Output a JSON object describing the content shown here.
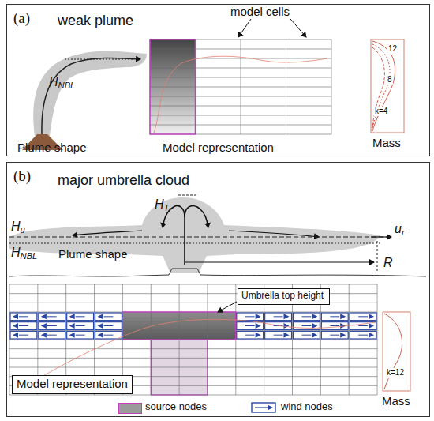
{
  "diagram": {
    "nodes": [
      {
        "text": [
          "(a)",
          "weak plume"
        ]
      },
      {
        "text": [
          "12",
          "8",
          "k=4",
          "Mass"
        ],
        "in": 0
      },
      {
        "text": [
          "(b)",
          "major umbrella cloud"
        ]
      },
      {
        "text": [
          "Umbrella top height"
        ],
        "in": 2
      },
      {
        "text": [
          "Model representation"
        ],
        "in": 2
      },
      {
        "text": [
          "k=12",
          "Mass"
        ],
        "in": 2
      }
    ],
    "labels": [
      "HNBL",
      "model cells",
      "Plume shape",
      "Model representation",
      "HT",
      "Hu",
      "ur",
      "HNBL",
      "Plume shape",
      "R"
    ],
    "legend": [
      {
        "text": "source nodes",
        "color": "#9a9a9a"
      },
      {
        "text": "wind nodes"
      }
    ]
  }
}
